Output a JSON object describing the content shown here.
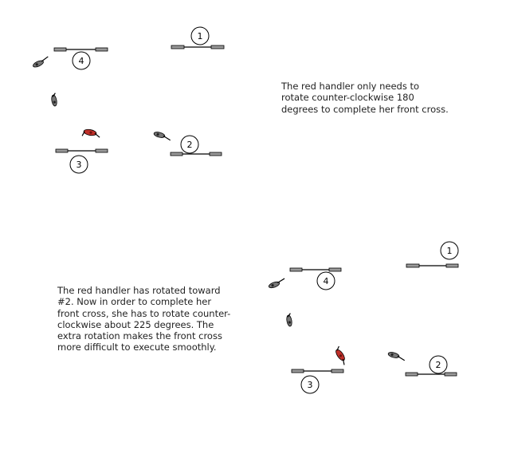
{
  "captions": {
    "top": "The red handler only needs to rotate counter-clockwise 180 degrees to complete her front cross.",
    "bottom": "The red handler has rotated toward #2.  Now in order to complete her front cross, she has to rotate counter-clockwise about 225 degrees.  The extra rotation makes the front cross more difficult to execute smoothly."
  },
  "jump_numbers": [
    "1",
    "2",
    "3",
    "4"
  ],
  "colors": {
    "red_handler": "#c0302a",
    "bar": "#000000",
    "wing": "#9a9a9a"
  },
  "icons": {
    "handler": "handler-icon",
    "jump": "jump-bar-icon"
  }
}
